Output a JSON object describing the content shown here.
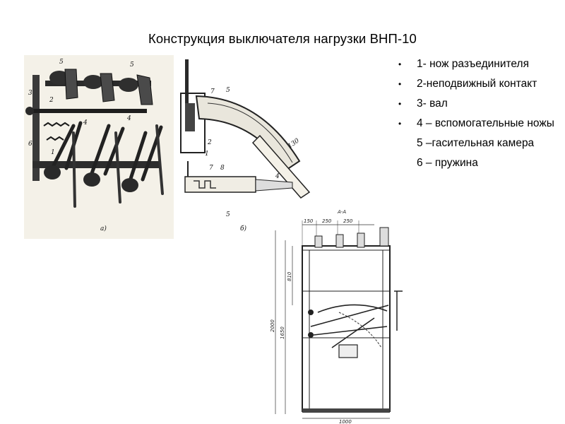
{
  "slide": {
    "title": "Конструкция выключателя нагрузки ВНП-10"
  },
  "legend": [
    {
      "text": "1- нож разъединителя",
      "bulleted": true
    },
    {
      "text": "2-неподвижный контакт",
      "bulleted": true
    },
    {
      "text": "3- вал",
      "bulleted": true
    },
    {
      "text": "4 – вспомогательные ножы",
      "bulleted": true
    },
    {
      "text": "5 –гасительная камера",
      "bulleted": false
    },
    {
      "text": "6 – пружина",
      "bulleted": false
    }
  ],
  "bullet_glyph": "•",
  "figures": {
    "a": {
      "caption": "а)",
      "labels": [
        "5",
        "5",
        "3",
        "2",
        "6",
        "4",
        "4",
        "1"
      ]
    },
    "b": {
      "caption": "б)",
      "labels": [
        "7",
        "5",
        "2",
        "1",
        "7",
        "8",
        "4",
        "5",
        "130"
      ]
    },
    "c": {
      "section_label": "А-А",
      "dims_top": [
        "150",
        "250",
        "250"
      ],
      "dims_left": [
        "2000",
        "1650",
        "810"
      ],
      "dim_bottom": "1000"
    }
  }
}
